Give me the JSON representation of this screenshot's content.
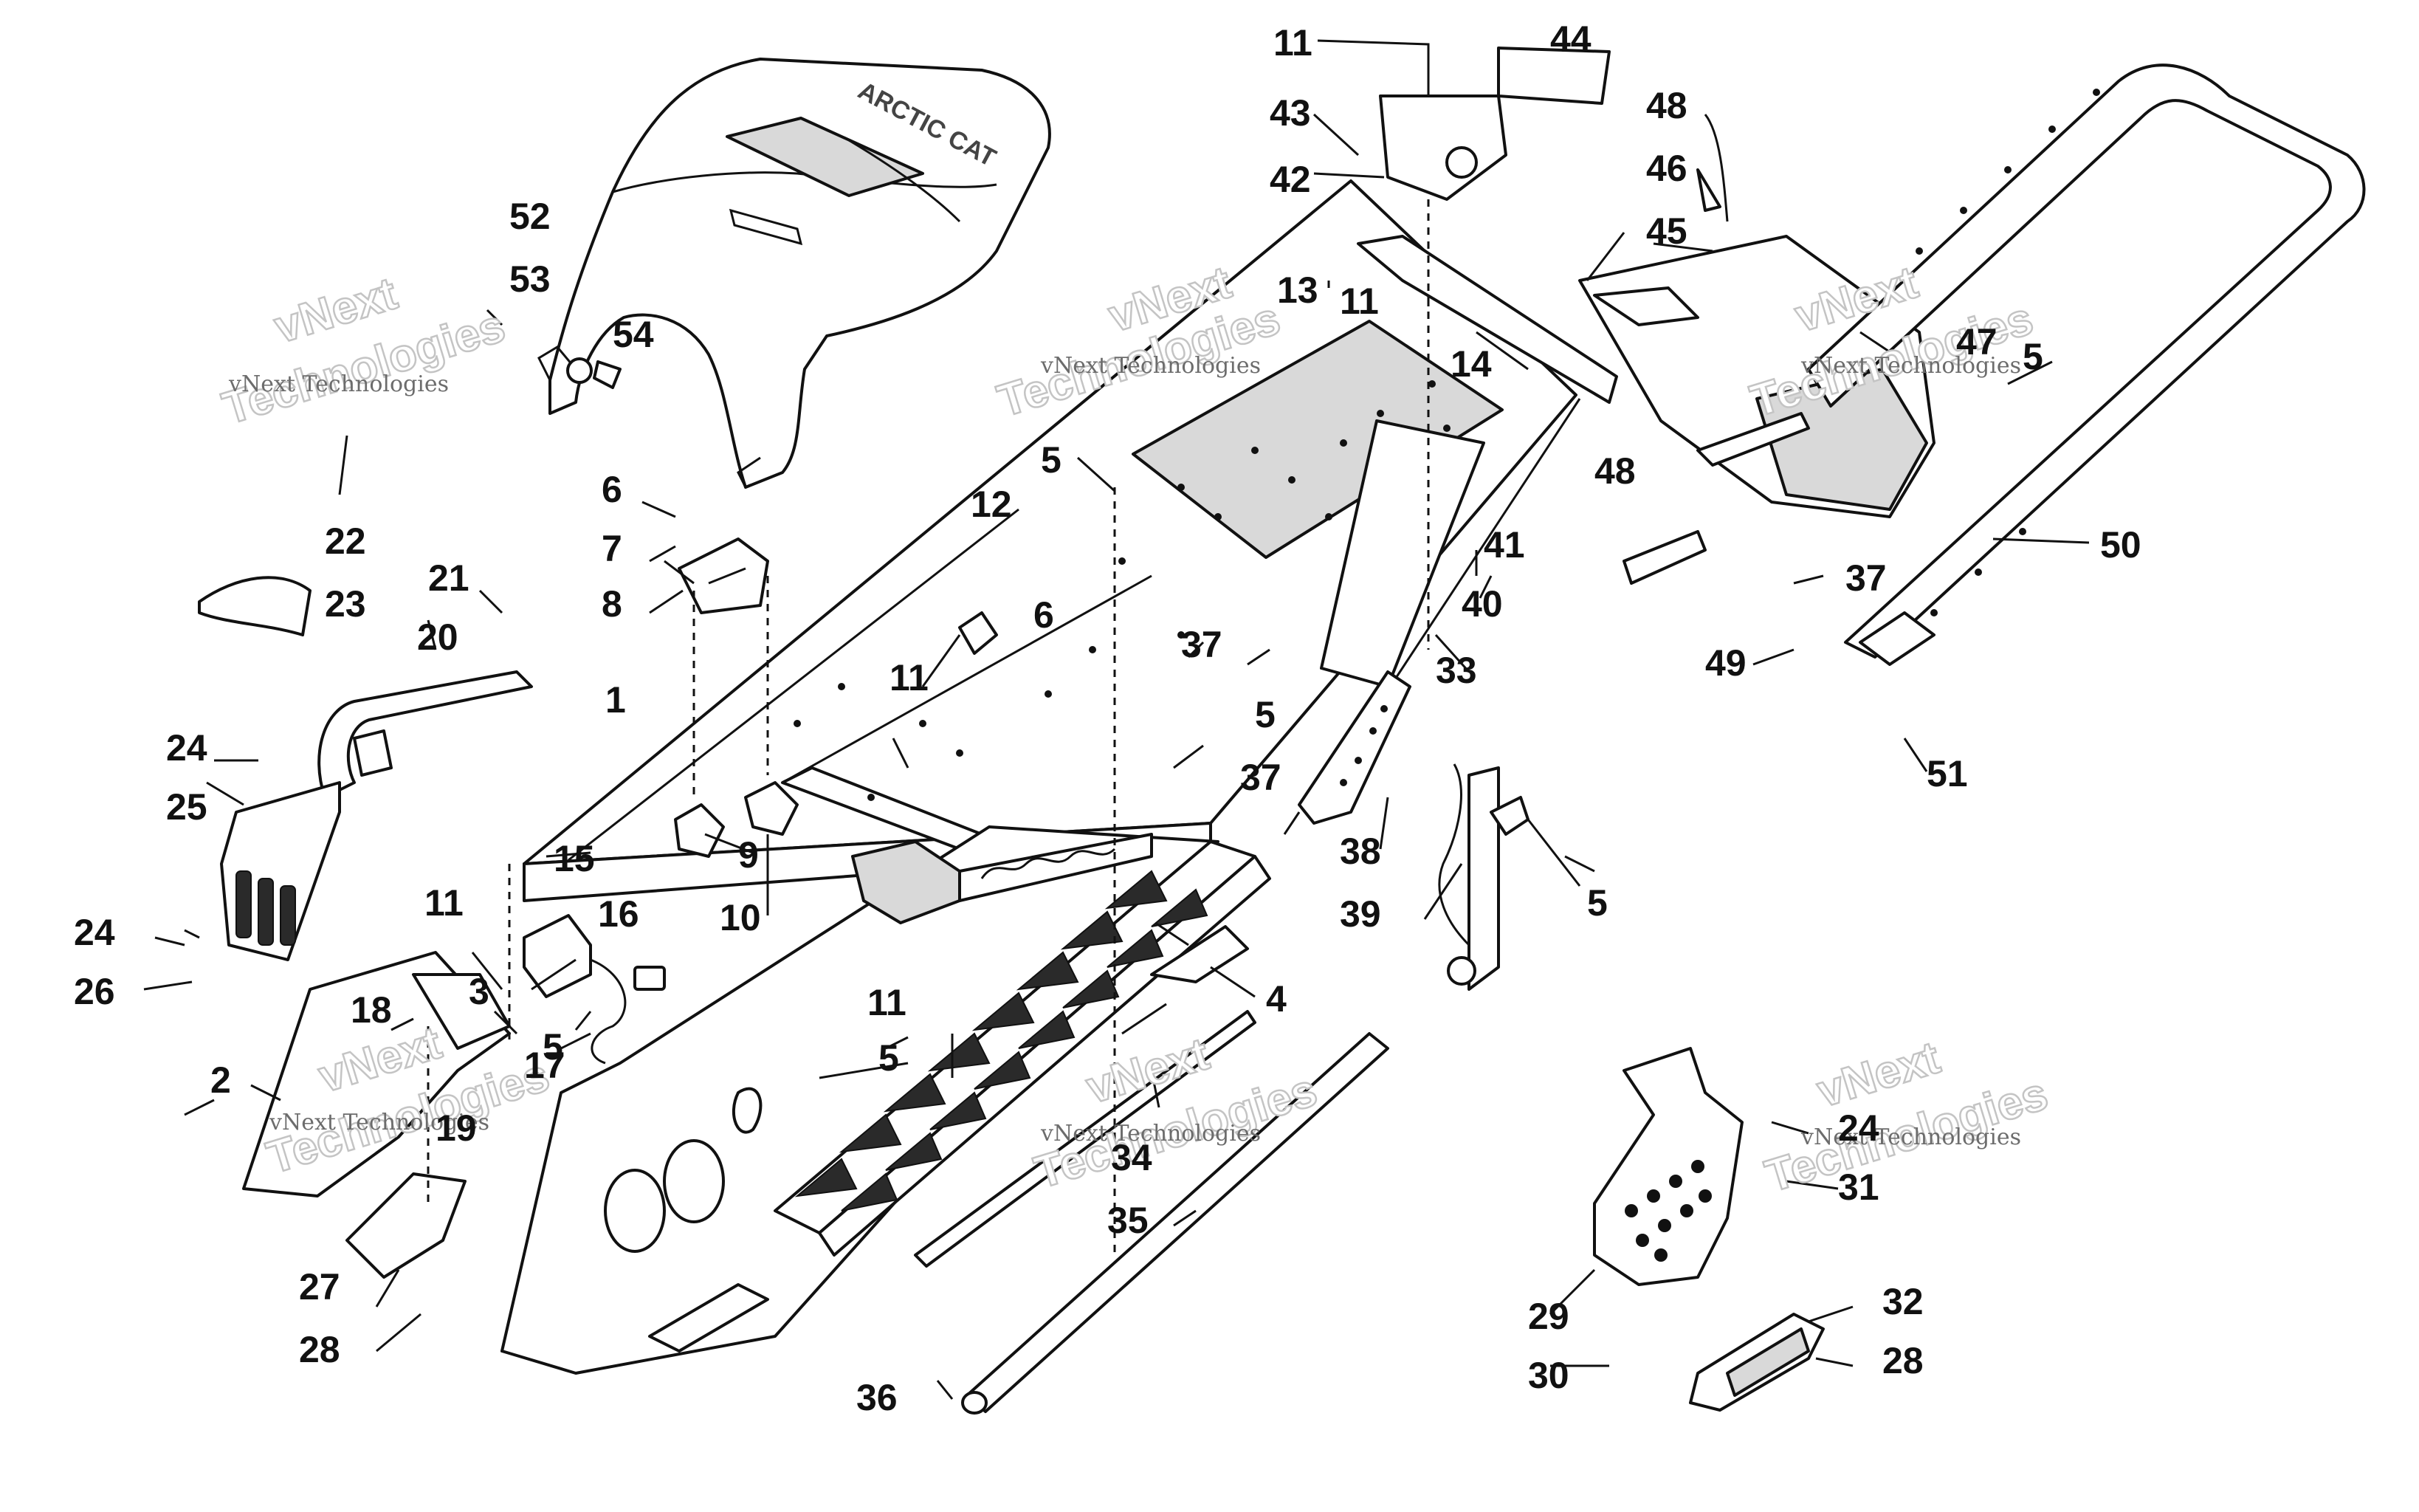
{
  "watermark": {
    "company": "vNext Technologies",
    "word_top": "vNext",
    "word_bottom": "Technologies"
  },
  "seat_logo": "ARCTIC CAT",
  "callouts": [
    "1",
    "2",
    "3",
    "4",
    "5",
    "6",
    "7",
    "8",
    "9",
    "10",
    "11",
    "12",
    "13",
    "14",
    "15",
    "16",
    "17",
    "18",
    "19",
    "20",
    "21",
    "22",
    "23",
    "24",
    "25",
    "26",
    "27",
    "28",
    "29",
    "30",
    "31",
    "32",
    "33",
    "34",
    "35",
    "36",
    "37",
    "38",
    "39",
    "40",
    "41",
    "42",
    "43",
    "44",
    "45",
    "46",
    "47",
    "48",
    "49",
    "50",
    "51",
    "52",
    "53",
    "54"
  ]
}
